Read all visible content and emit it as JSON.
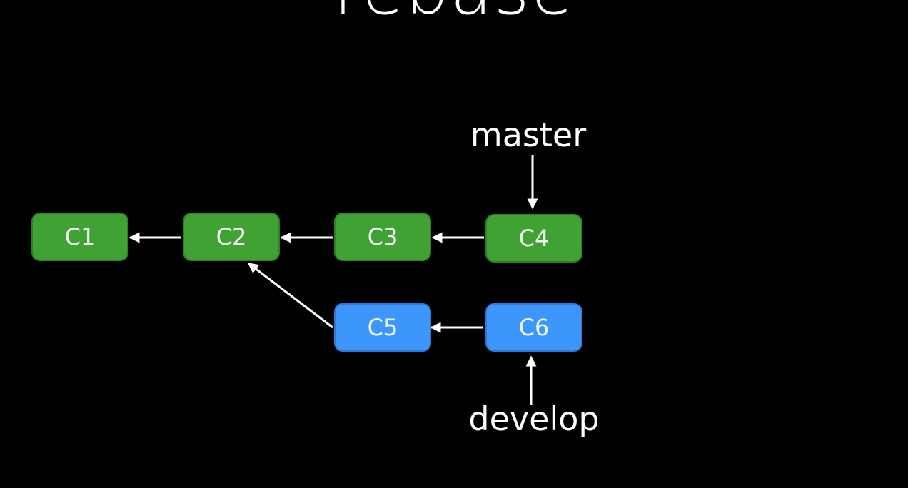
{
  "title": "rebase",
  "colors": {
    "background": "#000000",
    "master_commit": "#3fa233",
    "develop_commit": "#3d96fb",
    "arrow": "#ffffff"
  },
  "commits": {
    "c1": "C1",
    "c2": "C2",
    "c3": "C3",
    "c4": "C4",
    "c5": "C5",
    "c6": "C6"
  },
  "branches": {
    "master": "master",
    "develop": "develop"
  }
}
